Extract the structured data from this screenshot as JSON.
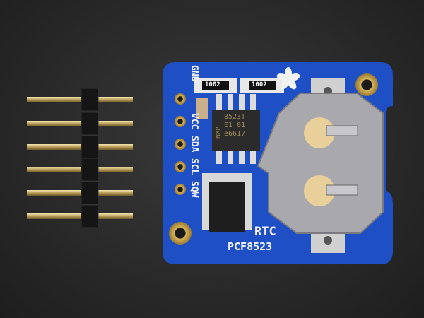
{
  "board": {
    "name_label": "RTC",
    "part_label": "PCF8523",
    "pin_labels": [
      "GND",
      "VCC",
      "SDA",
      "SCL",
      "SQW"
    ],
    "resistor_labels": [
      "1002",
      "1002"
    ],
    "chip_markings": [
      "8523T",
      "E1 01",
      "e6617"
    ],
    "chip_brand": "NXP",
    "colors": {
      "pcb": "#1f4fc4",
      "pads": "#c9a24a",
      "silkscreen": "#f2f2f2",
      "background": "#2a2a2a"
    }
  },
  "header_pins": {
    "count": 6
  }
}
